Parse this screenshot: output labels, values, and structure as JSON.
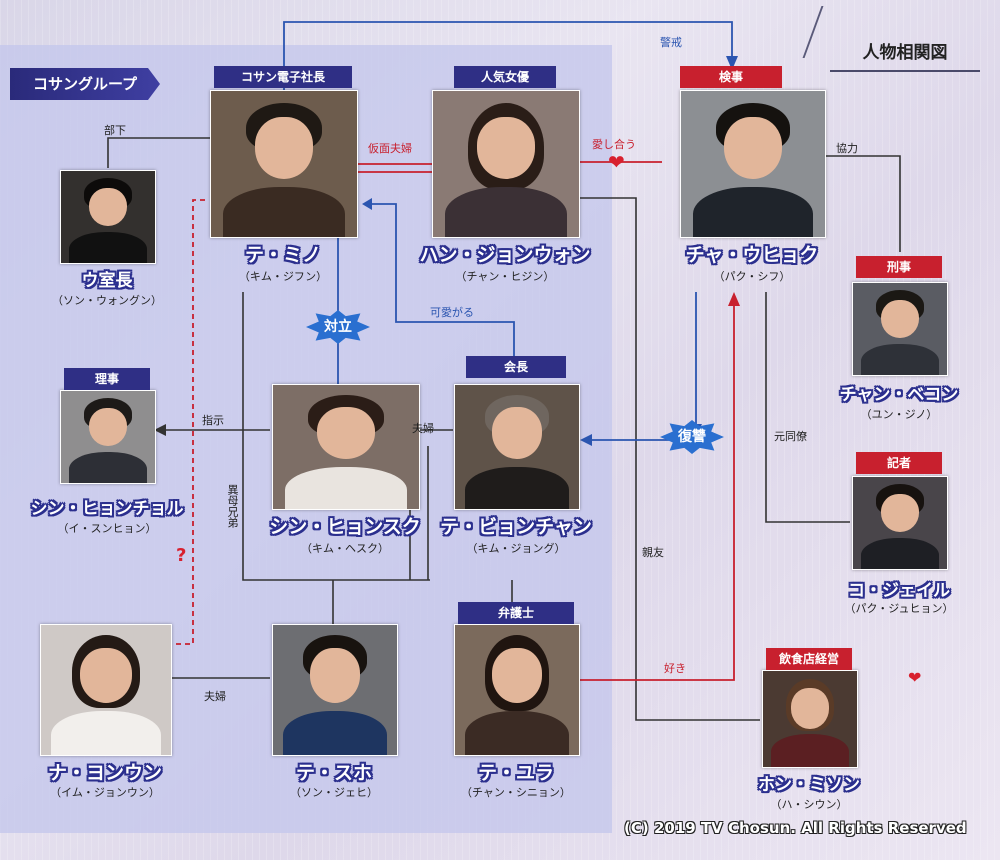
{
  "header": {
    "title": "人物相関図",
    "group_label": "コサングループ"
  },
  "people": [
    {
      "id": "temino",
      "role": "コサン電子社長",
      "name": "テ・ミノ",
      "actor": "（キム・ジフン）"
    },
    {
      "id": "jeongwon",
      "role": "人気女優",
      "name": "ハン・ジョンウォン",
      "actor": "（チャン・ヒジン）"
    },
    {
      "id": "uhyok",
      "role": "検事",
      "name": "チャ・ウヒョク",
      "actor": "（パク・シフ）"
    },
    {
      "id": "ushitsucho",
      "role": "",
      "name": "ウ室長",
      "actor": "（ソン・ウォングン）"
    },
    {
      "id": "begun",
      "role": "刑事",
      "name": "チャン・ベコン",
      "actor": "（ユン・ジノ）"
    },
    {
      "id": "hyonchol",
      "role": "理事",
      "name": "シン・ヒョンチョル",
      "actor": "（イ・スンヒョン）"
    },
    {
      "id": "hyonsuku",
      "role": "",
      "name": "シン・ヒョンスク",
      "actor": "（キム・ヘスク）"
    },
    {
      "id": "byonchan",
      "role": "会長",
      "name": "テ・ビョンチャン",
      "actor": "（キム・ジョング）"
    },
    {
      "id": "jeil",
      "role": "記者",
      "name": "コ・ジェイル",
      "actor": "（パク・ジュヒョン）"
    },
    {
      "id": "yonun",
      "role": "",
      "name": "ナ・ヨンウン",
      "actor": "（イム・ジョンウン）"
    },
    {
      "id": "teso",
      "role": "",
      "name": "テ・スホ",
      "actor": "（ソン・ジェヒ）"
    },
    {
      "id": "yura",
      "role": "弁護士",
      "name": "テ・ユラ",
      "actor": "（チャン・シニョン）"
    },
    {
      "id": "mison",
      "role": "飲食店経営",
      "name": "ホン・ミソン",
      "actor": "（ハ・シウン）"
    }
  ],
  "relations": {
    "keikai": "警戒",
    "buka": "部下",
    "kamen_fufu": "仮面夫婦",
    "aishiau": "愛し合う",
    "kyoryoku": "協力",
    "kawaigaru": "可愛がる",
    "shiji": "指示",
    "fufu_1": "夫婦",
    "motodoryo": "元同僚",
    "ibokyodai": "異母兄弟",
    "shinyu": "親友",
    "suki": "好き",
    "fufu_2": "夫婦",
    "question": "?"
  },
  "badges": {
    "tairitsu": "対立",
    "fukushu": "復讐"
  },
  "copyright": "(C) 2019 TV Chosun. All Rights Reserved",
  "colors": {
    "navy": "#2f2f85",
    "red": "#c8202e",
    "blue": "#2b55b0",
    "line": "#333333"
  }
}
